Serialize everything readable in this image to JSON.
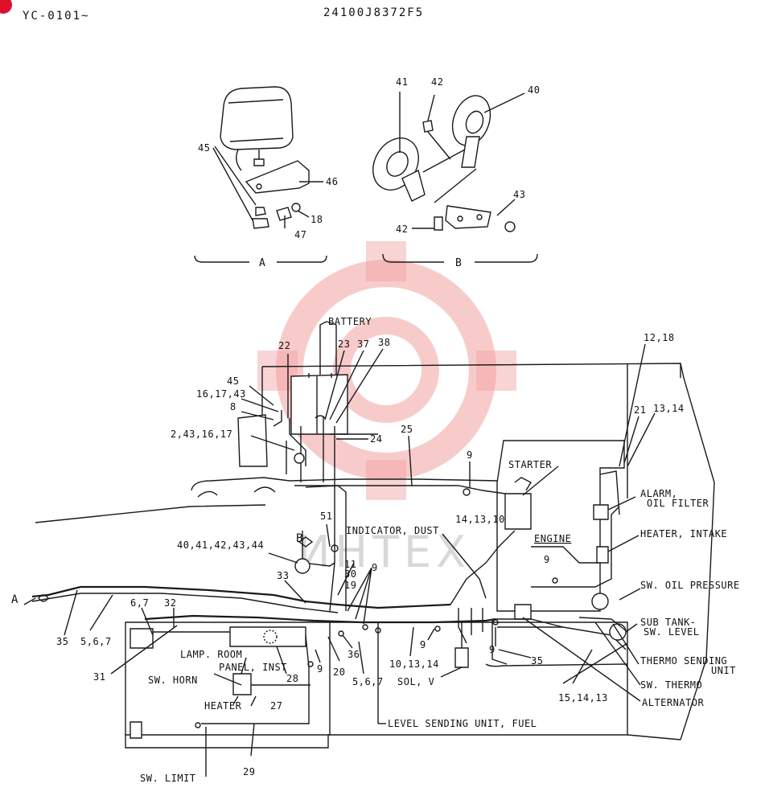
{
  "header": {
    "left": "YC-0101~",
    "center": "24100J8372F5"
  },
  "detail_a": {
    "title": "A",
    "parts": [
      "45",
      "46",
      "18",
      "47"
    ]
  },
  "detail_b": {
    "title": "B",
    "parts": [
      "41",
      "42",
      "40",
      "43",
      "42"
    ]
  },
  "callouts": {
    "battery": "BATTERY",
    "p22": "22",
    "p23": "23",
    "p37": "37",
    "p38": "38",
    "p45": "45",
    "p16_17_43": "16,17,43",
    "p8": "8",
    "p2_43_16_17": "2,43,16,17",
    "p24": "24",
    "p25": "25",
    "p12_18": "12,18",
    "p21": "21",
    "p13_14": "13,14",
    "p9a": "9",
    "starter": "STARTER",
    "alarm_oil_filter_1": "ALARM,",
    "alarm_oil_filter_2": "OIL FILTER",
    "p14_13_10": "14,13,10",
    "indicator_dust": "INDICATOR, DUST",
    "engine": "ENGINE",
    "heater_intake": "HEATER, INTAKE",
    "p51": "51",
    "b": "B",
    "p40_44": "40,41,42,43,44",
    "p9b": "9",
    "sw_oil_pressure": "SW. OIL PRESSURE",
    "p11": "11",
    "p30": "30",
    "p19": "19",
    "p9c": "9",
    "p33": "33",
    "a": "A",
    "p6_7": "6,7",
    "p32": "32",
    "sub_tank_1": "SUB TANK-",
    "sub_tank_2": "SW. LEVEL",
    "p35a": "35",
    "p5_6_7": "5,6,7",
    "p9d": "9",
    "p9e": "9",
    "p35b": "35",
    "thermo_1": "THERMO SENDING",
    "thermo_2": "UNIT",
    "p31": "31",
    "lamp_room": "LAMP. ROOM",
    "panel_inst": "PANEL, INST",
    "p36": "36",
    "p10_13_14": "10,13,14",
    "p20": "20",
    "p5_6_7b": "5,6,7",
    "p9f": "9",
    "sw_horn": "SW. HORN",
    "p28": "28",
    "sol_v": "SOL, V",
    "p15_14_13": "15,14,13",
    "sw_thermo": "SW. THERMO",
    "heater": "HEATER",
    "p27": "27",
    "alternator": "ALTERNATOR",
    "level_sending": "LEVEL SENDING UNIT, FUEL",
    "sw_limit": "SW. LIMIT",
    "p29": "29"
  },
  "watermark": "ИНТЕХ",
  "colors": {
    "ink": "#1a1a1a",
    "watermark": "#f2a0a0",
    "corner_badge": "#e0102a"
  }
}
